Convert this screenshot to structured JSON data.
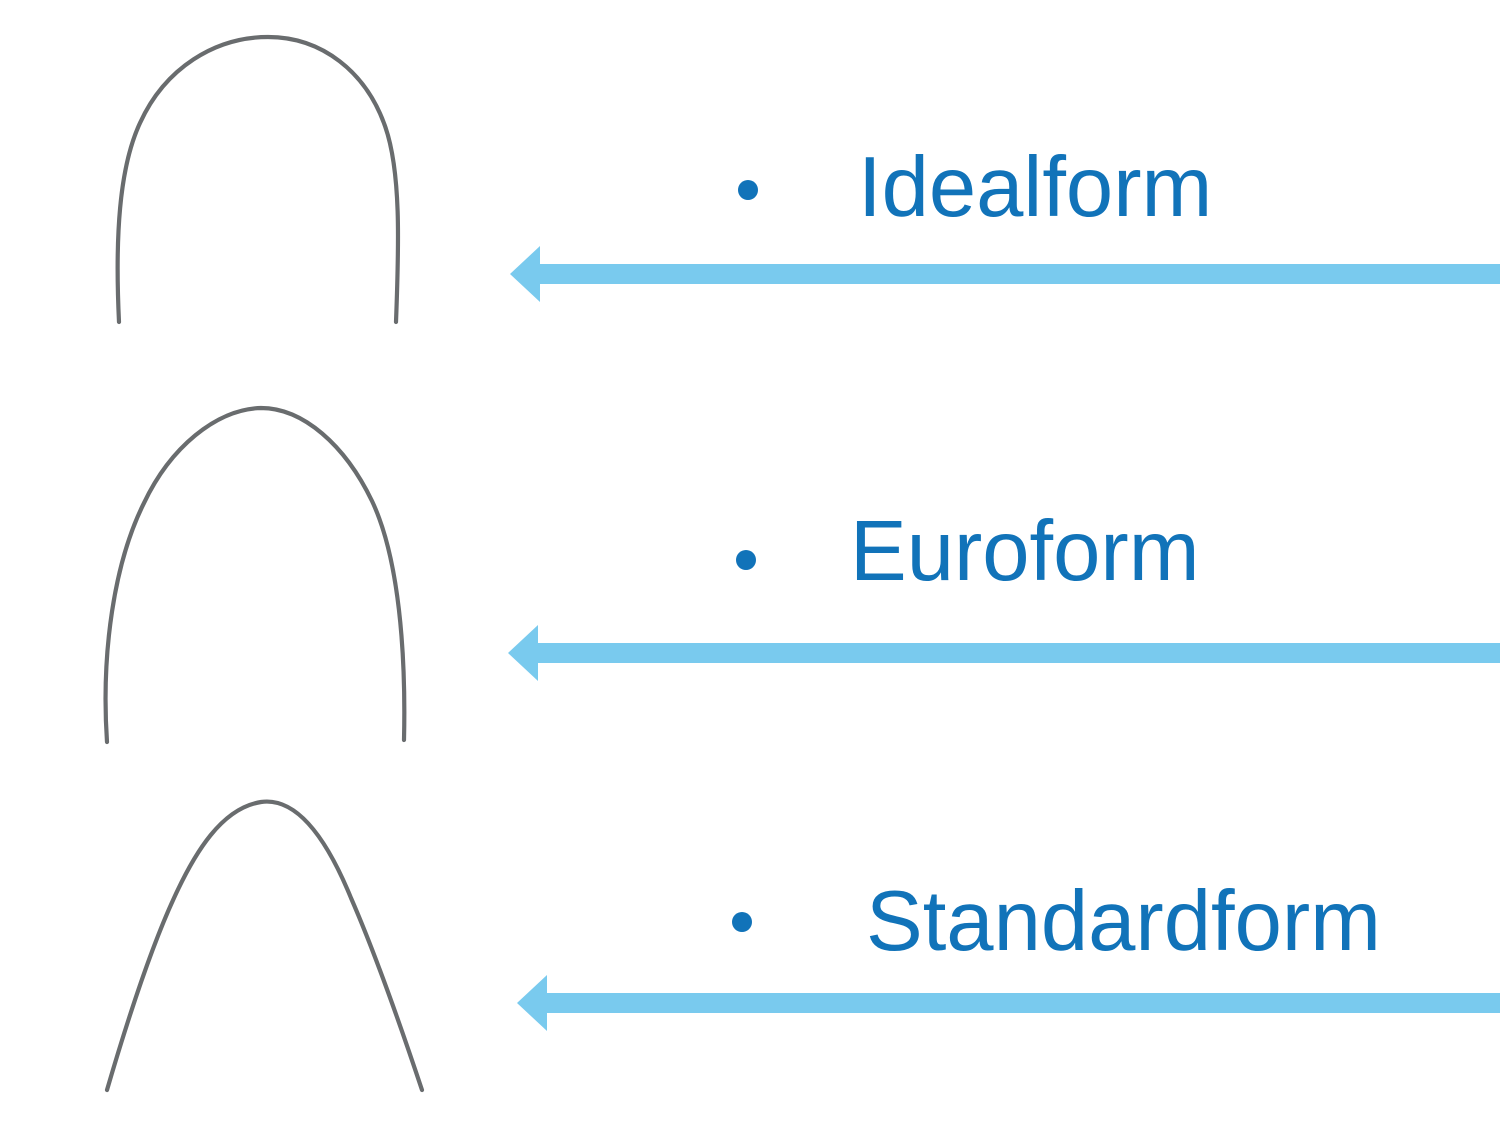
{
  "slide": {
    "background_color": "#ffffff",
    "colors": {
      "label_text": "#1173b9",
      "bullet": "#1173b9",
      "arrow": "#79caee",
      "wire": "#696c6e"
    },
    "items": [
      {
        "label": "Idealform",
        "image": "idealform-archwire"
      },
      {
        "label": "Euroform",
        "image": "euroform-archwire"
      },
      {
        "label": "Standardform",
        "image": "standardform-archwire"
      }
    ]
  }
}
